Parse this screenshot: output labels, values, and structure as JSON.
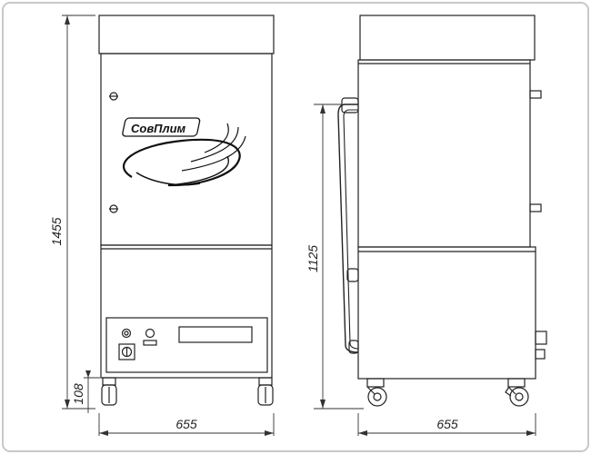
{
  "dimensions": {
    "height_total": "1455",
    "height_handle": "1125",
    "height_base": "108",
    "width_front": "655",
    "width_side": "655"
  },
  "logo": {
    "brand": "СовПлим"
  },
  "colors": {
    "line": "#222222",
    "frame": "#bdbdbd",
    "background": "#ffffff"
  }
}
